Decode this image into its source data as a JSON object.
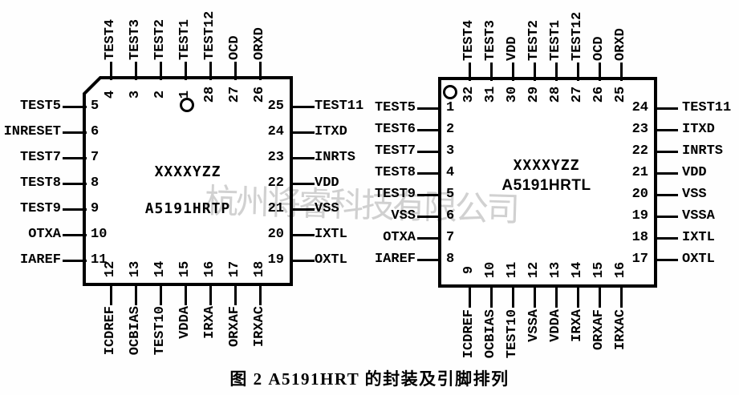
{
  "watermark": {
    "text": "杭州将睿科技有限公司"
  },
  "caption": {
    "text": "图 2  A5191HRT 的封装及引脚排列"
  },
  "chips": [
    {
      "package_name": "A5191HRTP",
      "marking_line1": "XXXXYZZ",
      "marking_line2": "A5191HRTP",
      "pins": {
        "top": [
          {
            "num": "4",
            "label": "TEST4"
          },
          {
            "num": "3",
            "label": "TEST3"
          },
          {
            "num": "2",
            "label": "TEST2"
          },
          {
            "num": "1",
            "label": "TEST1"
          },
          {
            "num": "28",
            "label": "TEST12"
          },
          {
            "num": "27",
            "label": "OCD"
          },
          {
            "num": "26",
            "label": "ORXD"
          }
        ],
        "left": [
          {
            "num": "5",
            "label": "TEST5"
          },
          {
            "num": "6",
            "label": "INRESET"
          },
          {
            "num": "7",
            "label": "TEST7"
          },
          {
            "num": "8",
            "label": "TEST8"
          },
          {
            "num": "9",
            "label": "TEST9"
          },
          {
            "num": "10",
            "label": "OTXA"
          },
          {
            "num": "11",
            "label": "IAREF"
          }
        ],
        "bottom": [
          {
            "num": "12",
            "label": "ICDREF"
          },
          {
            "num": "13",
            "label": "OCBIAS"
          },
          {
            "num": "14",
            "label": "TEST10"
          },
          {
            "num": "15",
            "label": "VDDA"
          },
          {
            "num": "16",
            "label": "IRXA"
          },
          {
            "num": "17",
            "label": "ORXAF"
          },
          {
            "num": "18",
            "label": "IRXAC"
          }
        ],
        "right": [
          {
            "num": "25",
            "label": "TEST11"
          },
          {
            "num": "24",
            "label": "ITXD"
          },
          {
            "num": "23",
            "label": "INRTS"
          },
          {
            "num": "22",
            "label": "VDD"
          },
          {
            "num": "21",
            "label": "VSS"
          },
          {
            "num": "20",
            "label": "IXTL"
          },
          {
            "num": "19",
            "label": "OXTL"
          }
        ]
      }
    },
    {
      "package_name": "A5191HRTL",
      "marking_line1": "XXXXYZZ",
      "marking_line2": "A5191HRTL",
      "pins": {
        "top": [
          {
            "num": "32",
            "label": "TEST4"
          },
          {
            "num": "31",
            "label": "TEST3"
          },
          {
            "num": "30",
            "label": "VDD"
          },
          {
            "num": "29",
            "label": "TEST2"
          },
          {
            "num": "28",
            "label": "TEST1"
          },
          {
            "num": "27",
            "label": "TEST12"
          },
          {
            "num": "26",
            "label": "OCD"
          },
          {
            "num": "25",
            "label": "ORXD"
          }
        ],
        "left": [
          {
            "num": "1",
            "label": "TEST5"
          },
          {
            "num": "2",
            "label": "TEST6"
          },
          {
            "num": "3",
            "label": "TEST7"
          },
          {
            "num": "4",
            "label": "TEST8"
          },
          {
            "num": "5",
            "label": "TEST9"
          },
          {
            "num": "6",
            "label": "VSS"
          },
          {
            "num": "7",
            "label": "OTXA"
          },
          {
            "num": "8",
            "label": "IAREF"
          }
        ],
        "bottom": [
          {
            "num": "9",
            "label": "ICDREF"
          },
          {
            "num": "10",
            "label": "OCBIAS"
          },
          {
            "num": "11",
            "label": "TEST10"
          },
          {
            "num": "12",
            "label": "VSSA"
          },
          {
            "num": "13",
            "label": "VDDA"
          },
          {
            "num": "14",
            "label": "IRXA"
          },
          {
            "num": "15",
            "label": "ORXAF"
          },
          {
            "num": "16",
            "label": "IRXAC"
          }
        ],
        "right": [
          {
            "num": "24",
            "label": "TEST11"
          },
          {
            "num": "23",
            "label": "ITXD"
          },
          {
            "num": "22",
            "label": "INRTS"
          },
          {
            "num": "21",
            "label": "VDD"
          },
          {
            "num": "20",
            "label": "VSS"
          },
          {
            "num": "19",
            "label": "VSSA"
          },
          {
            "num": "18",
            "label": "IXTL"
          },
          {
            "num": "17",
            "label": "OXTL"
          }
        ]
      }
    }
  ]
}
